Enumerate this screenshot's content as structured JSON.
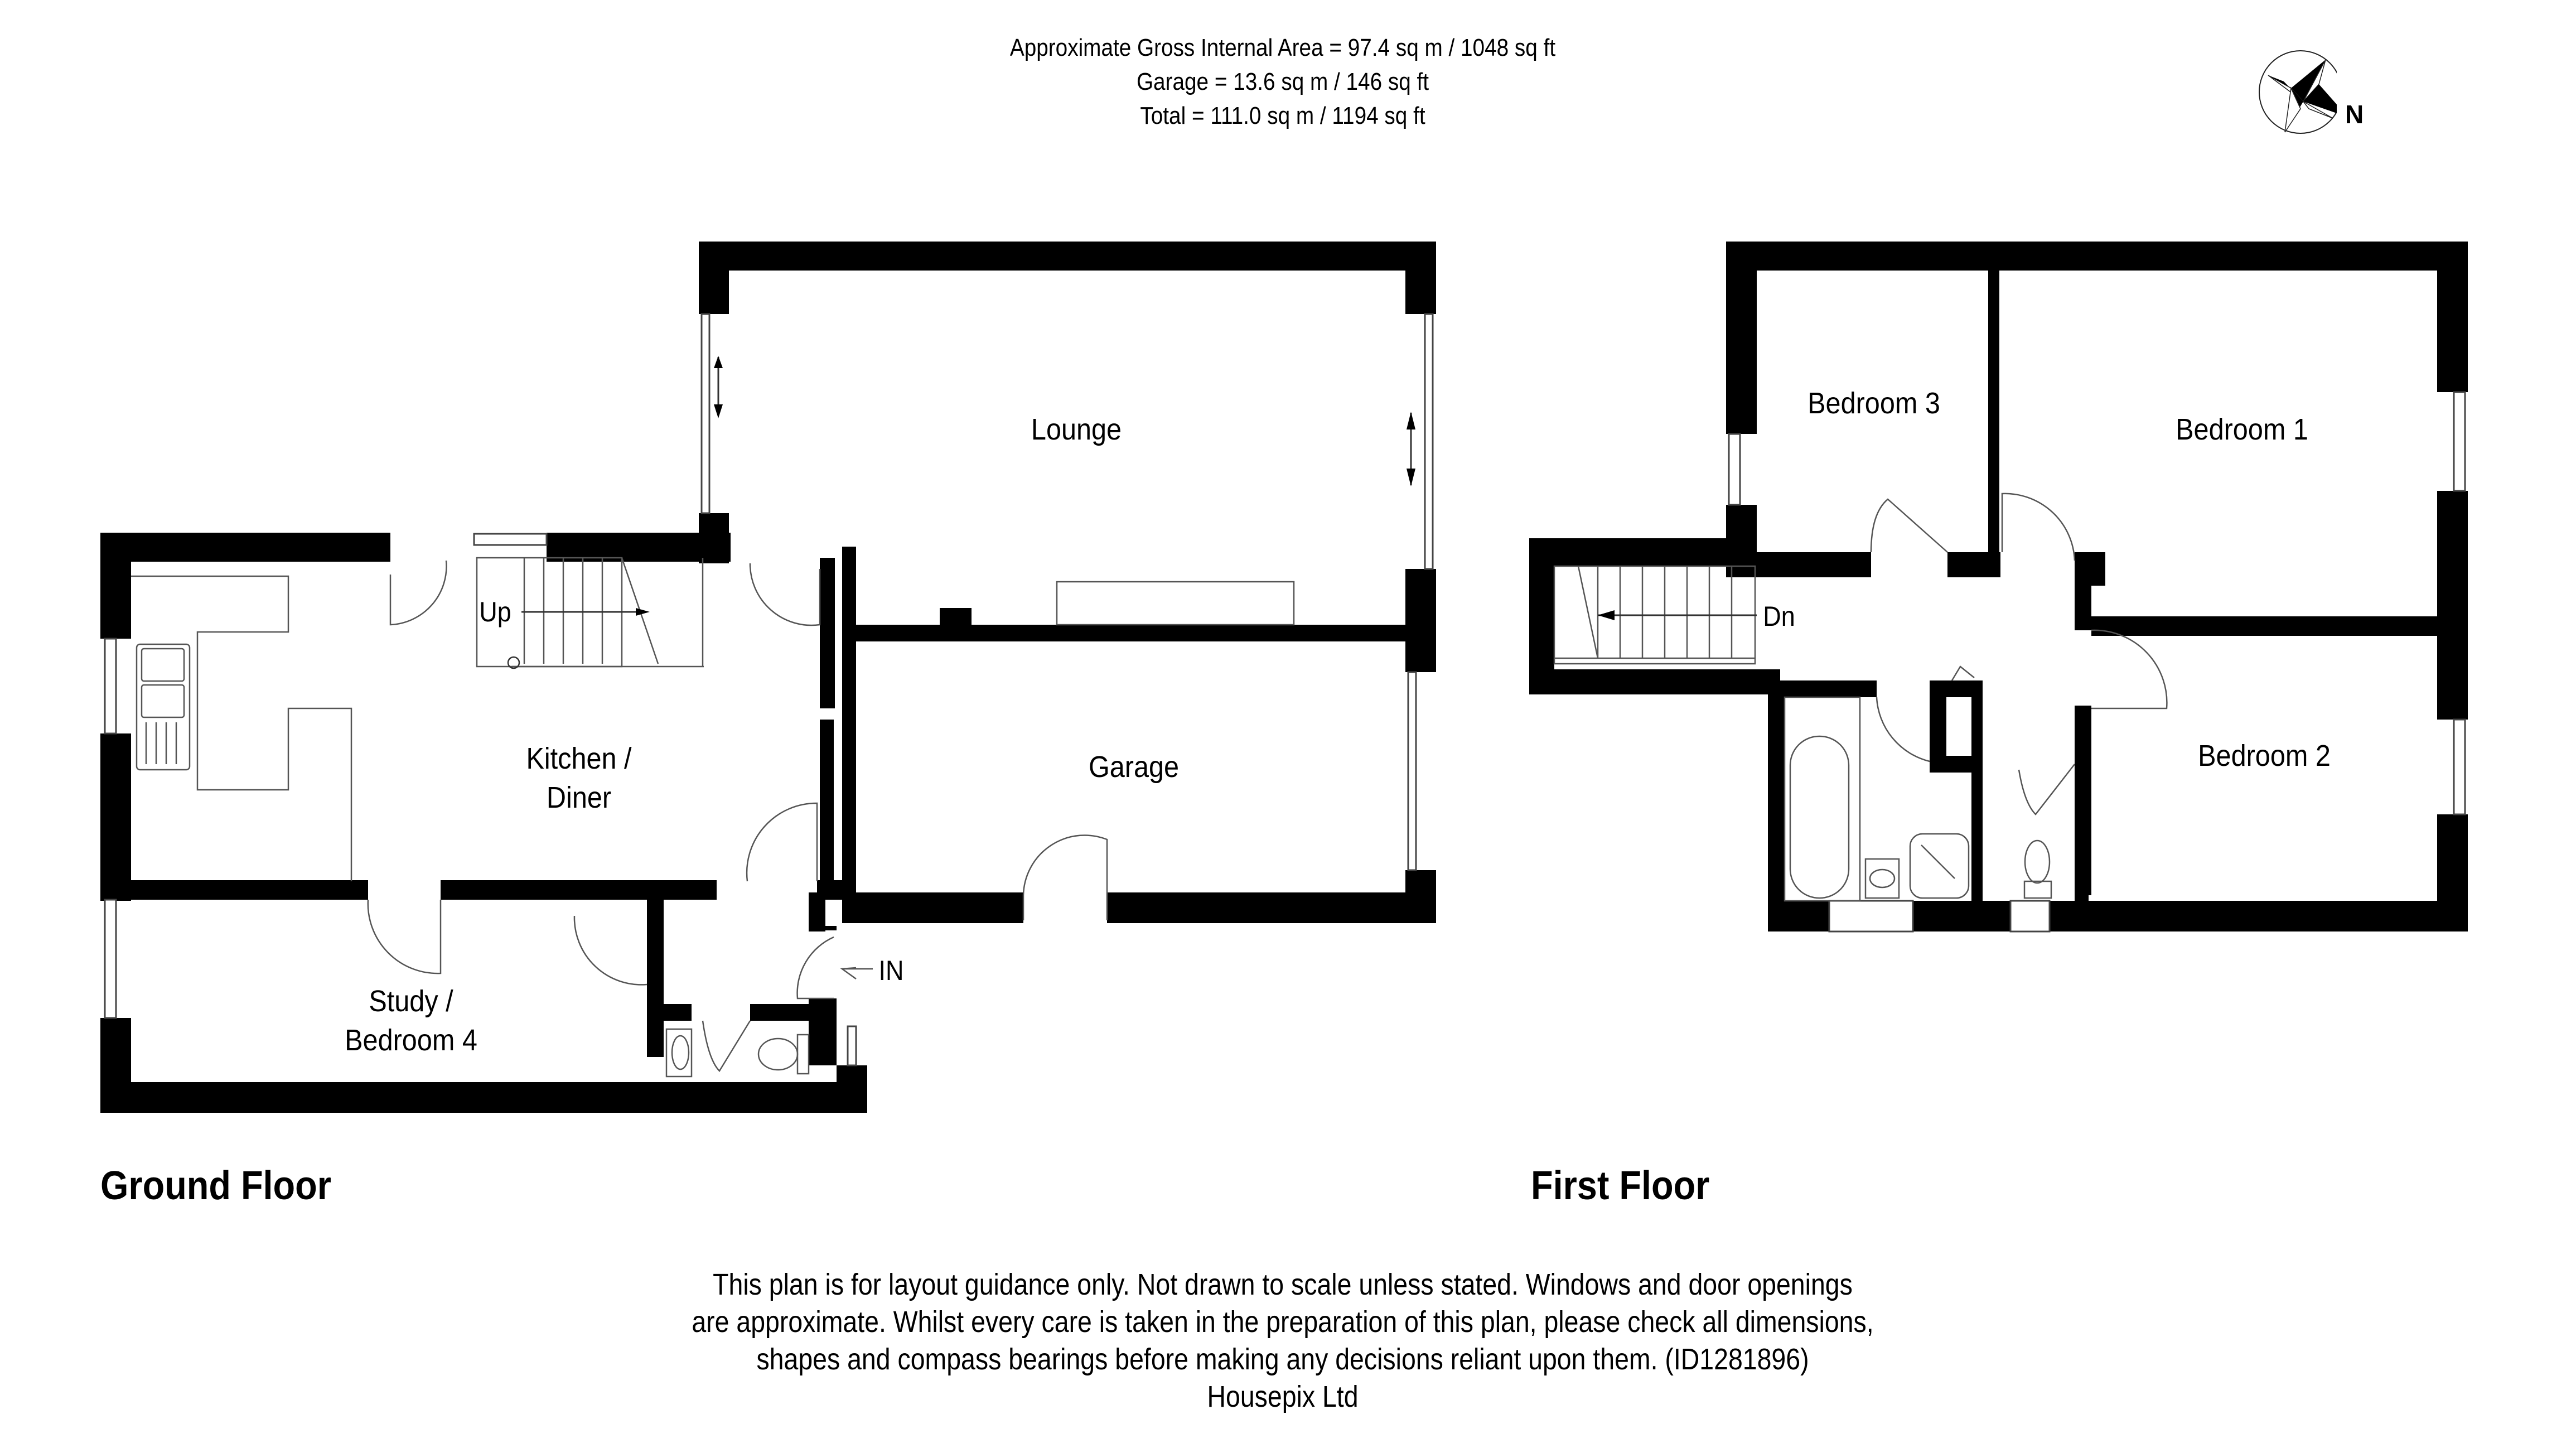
{
  "header": {
    "area_lines": [
      "Approximate Gross Internal Area = 97.4 sq m / 1048 sq ft",
      "Garage = 13.6 sq m / 146 sq ft",
      "Total = 111.0 sq m / 1194 sq ft"
    ],
    "compass": {
      "icon": "compass-rose-icon",
      "label": "N"
    }
  },
  "ground_floor": {
    "title": "Ground Floor",
    "rooms": {
      "lounge": "Lounge",
      "garage": "Garage",
      "kitchen_line1": "Kitchen /",
      "kitchen_line2": "Diner",
      "study_line1": "Study /",
      "study_line2": "Bedroom 4"
    },
    "labels": {
      "stairs": "Up",
      "entrance": "IN"
    }
  },
  "first_floor": {
    "title": "First Floor",
    "rooms": {
      "bedroom1": "Bedroom 1",
      "bedroom2": "Bedroom 2",
      "bedroom3": "Bedroom 3"
    },
    "labels": {
      "stairs": "Dn"
    }
  },
  "footer": {
    "disclaimer_lines": [
      "This plan is for layout guidance only. Not drawn to scale unless stated. Windows and door openings",
      "are approximate. Whilst every care is taken in the preparation of this plan, please check all dimensions,",
      "shapes and compass bearings before making any decisions reliant upon them. (ID1281896)",
      "Housepix Ltd"
    ]
  }
}
